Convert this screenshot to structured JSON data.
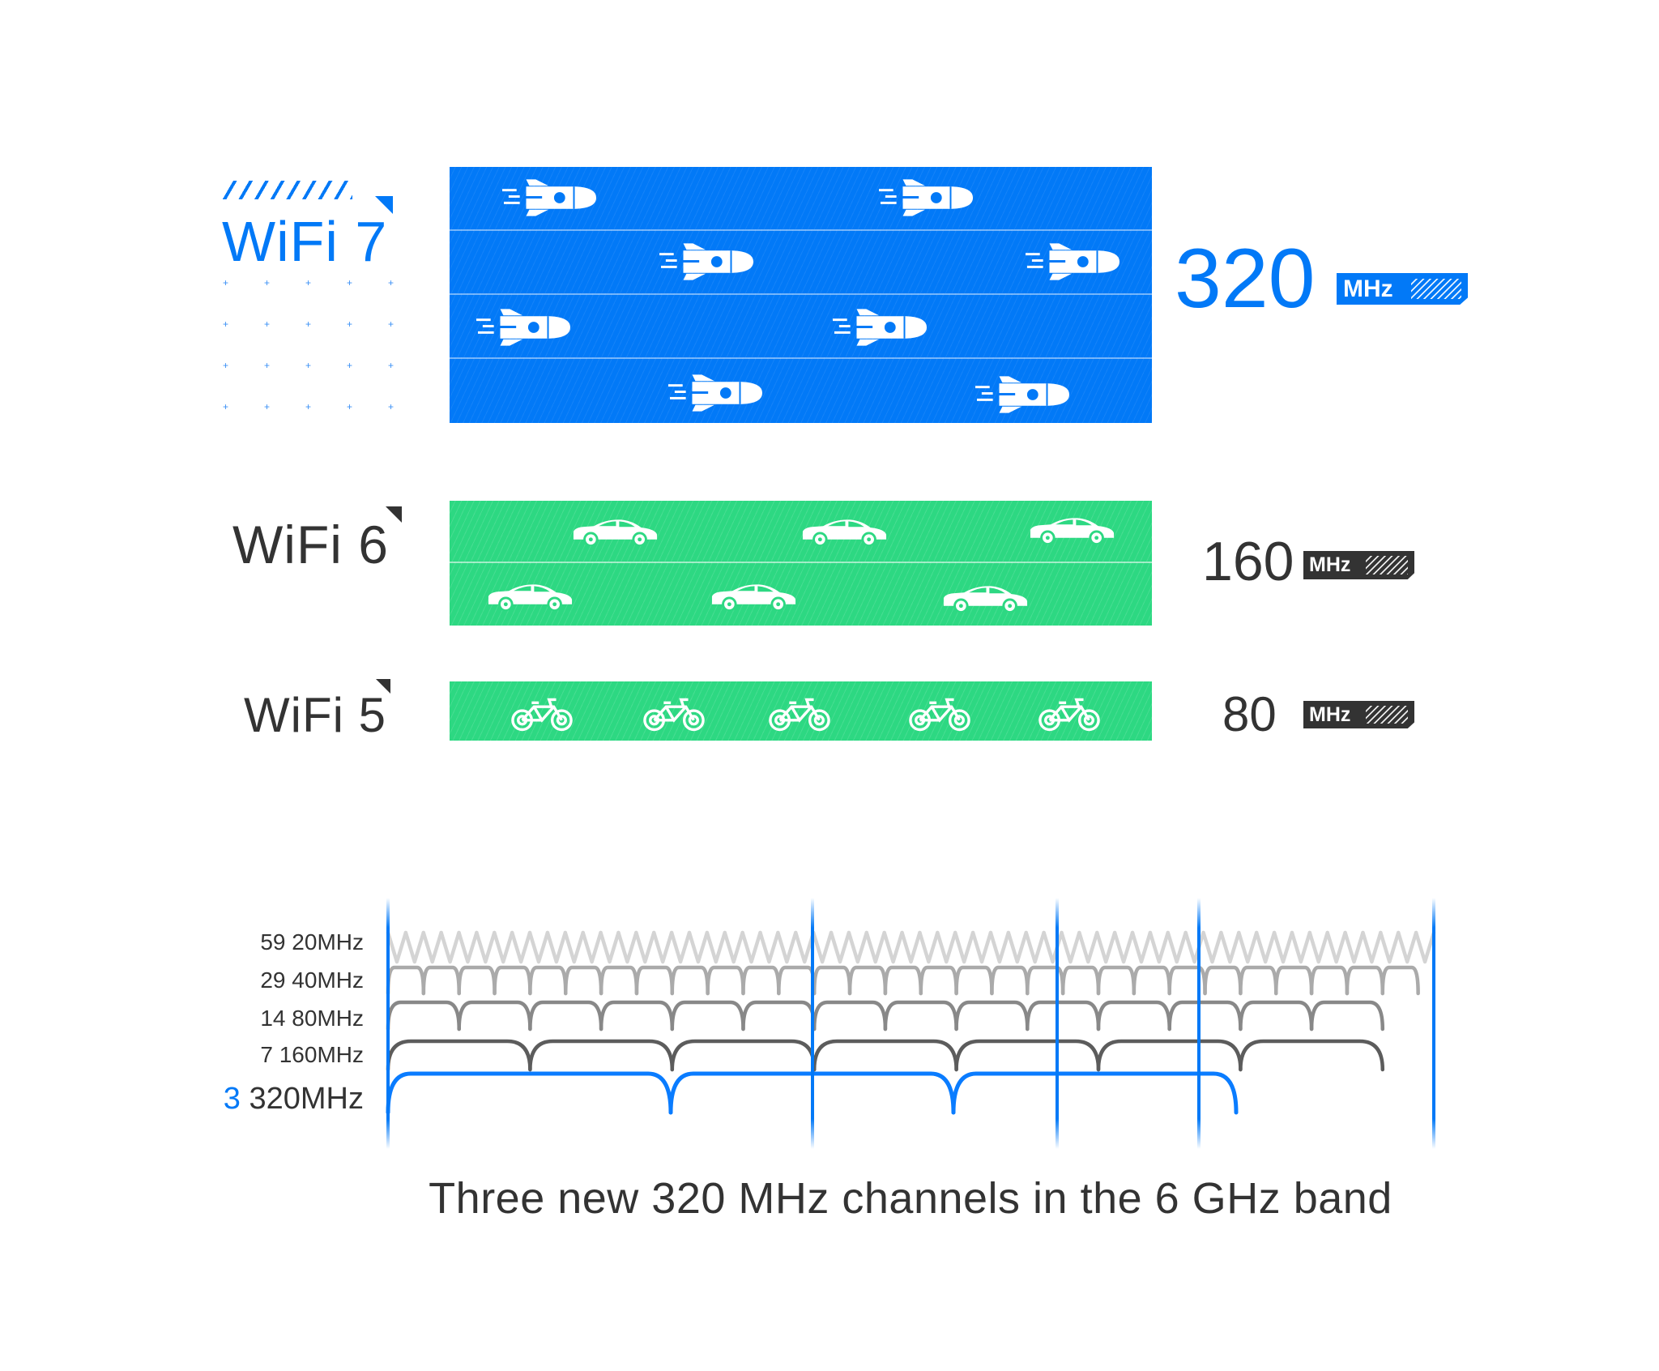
{
  "colors": {
    "wifi7": "#0279F7",
    "wifi6": "#2DD882",
    "dark": "#333333"
  },
  "tiers": [
    {
      "label": "WiFi 7",
      "width_value": "320",
      "unit": "MHz",
      "lanes": 4,
      "vehicle": "rocket-icon"
    },
    {
      "label": "WiFi 6",
      "width_value": "160",
      "unit": "MHz",
      "lanes": 2,
      "vehicle": "car-icon"
    },
    {
      "label": "WiFi 5",
      "width_value": "80",
      "unit": "MHz",
      "lanes": 1,
      "vehicle": "bicycle-icon"
    }
  ],
  "spectrum": {
    "rows": [
      {
        "count": "59",
        "width": "20MHz",
        "channels": 59
      },
      {
        "count": "29",
        "width": "40MHz",
        "channels": 29
      },
      {
        "count": "14",
        "width": "80MHz",
        "channels": 14
      },
      {
        "count": "7",
        "width": "160MHz",
        "channels": 7
      },
      {
        "count": "3",
        "width": "320MHz",
        "channels": 3
      }
    ],
    "caption": "Three new 320 MHz channels in the 6 GHz band"
  }
}
